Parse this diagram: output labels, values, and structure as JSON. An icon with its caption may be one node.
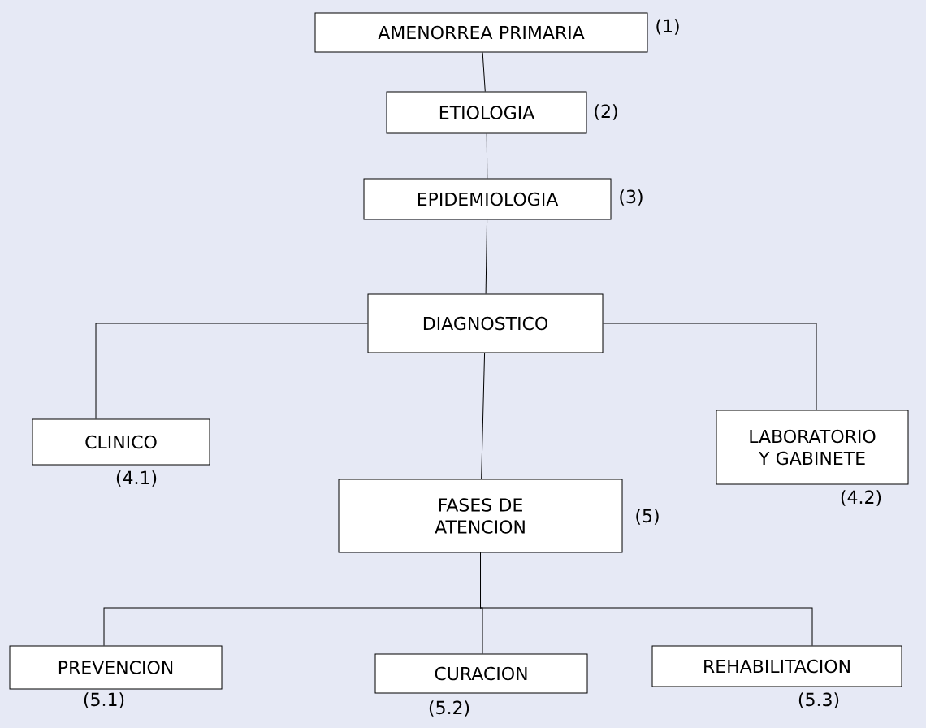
{
  "diagram": {
    "nodes": [
      {
        "text": [
          "AMENORREA PRIMARIA"
        ],
        "beside": [
          "(1)"
        ]
      },
      {
        "text": [
          "ETIOLOGIA"
        ],
        "beside": [
          "(2)"
        ]
      },
      {
        "text": [
          "EPIDEMIOLOGIA"
        ],
        "beside": [
          "(3)"
        ]
      },
      {
        "text": [
          "DIAGNOSTICO"
        ]
      },
      {
        "text": [
          "CLINICO"
        ],
        "beside": [
          "(4.1)"
        ]
      },
      {
        "text": [
          "LABORATORIO Y GABINETE"
        ],
        "beside": [
          "(4.2)"
        ]
      },
      {
        "text": [
          "FASES DE ATENCION"
        ],
        "beside": [
          "(5)"
        ]
      },
      {
        "text": [
          "PREVENCION"
        ],
        "beside": [
          "(5.1)"
        ]
      },
      {
        "text": [
          "CURACION"
        ],
        "beside": [
          "(5.2)"
        ]
      },
      {
        "text": [
          "REHABILITACION"
        ],
        "beside": [
          "(5.3)"
        ]
      }
    ],
    "edges": [
      {
        "from": 0,
        "to": 1,
        "arrow": "none"
      },
      {
        "from": 1,
        "to": 2,
        "arrow": "none"
      },
      {
        "from": 2,
        "to": 3,
        "arrow": "none"
      },
      {
        "from": 3,
        "to": 4,
        "arrow": "none"
      },
      {
        "from": 3,
        "to": 5,
        "arrow": "none"
      },
      {
        "from": 3,
        "to": 6,
        "arrow": "none"
      },
      {
        "from": 6,
        "to": 7,
        "arrow": "none"
      },
      {
        "from": 6,
        "to": 8,
        "arrow": "none"
      },
      {
        "from": 6,
        "to": 9,
        "arrow": "none"
      }
    ]
  }
}
